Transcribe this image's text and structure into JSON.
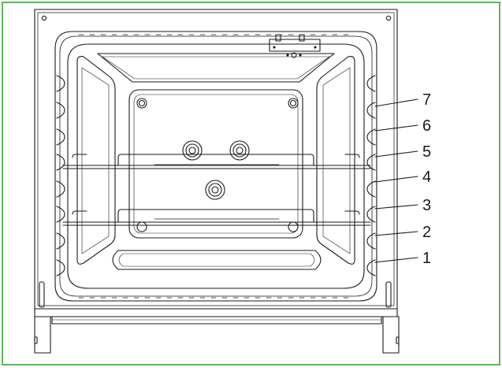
{
  "colors": {
    "frame_border": "#5cb85c",
    "line": "#1a1a1a",
    "background": "#ffffff"
  },
  "diagram": {
    "shelf_levels": [
      {
        "label": "7"
      },
      {
        "label": "6"
      },
      {
        "label": "5"
      },
      {
        "label": "4"
      },
      {
        "label": "3"
      },
      {
        "label": "2"
      },
      {
        "label": "1"
      }
    ]
  }
}
